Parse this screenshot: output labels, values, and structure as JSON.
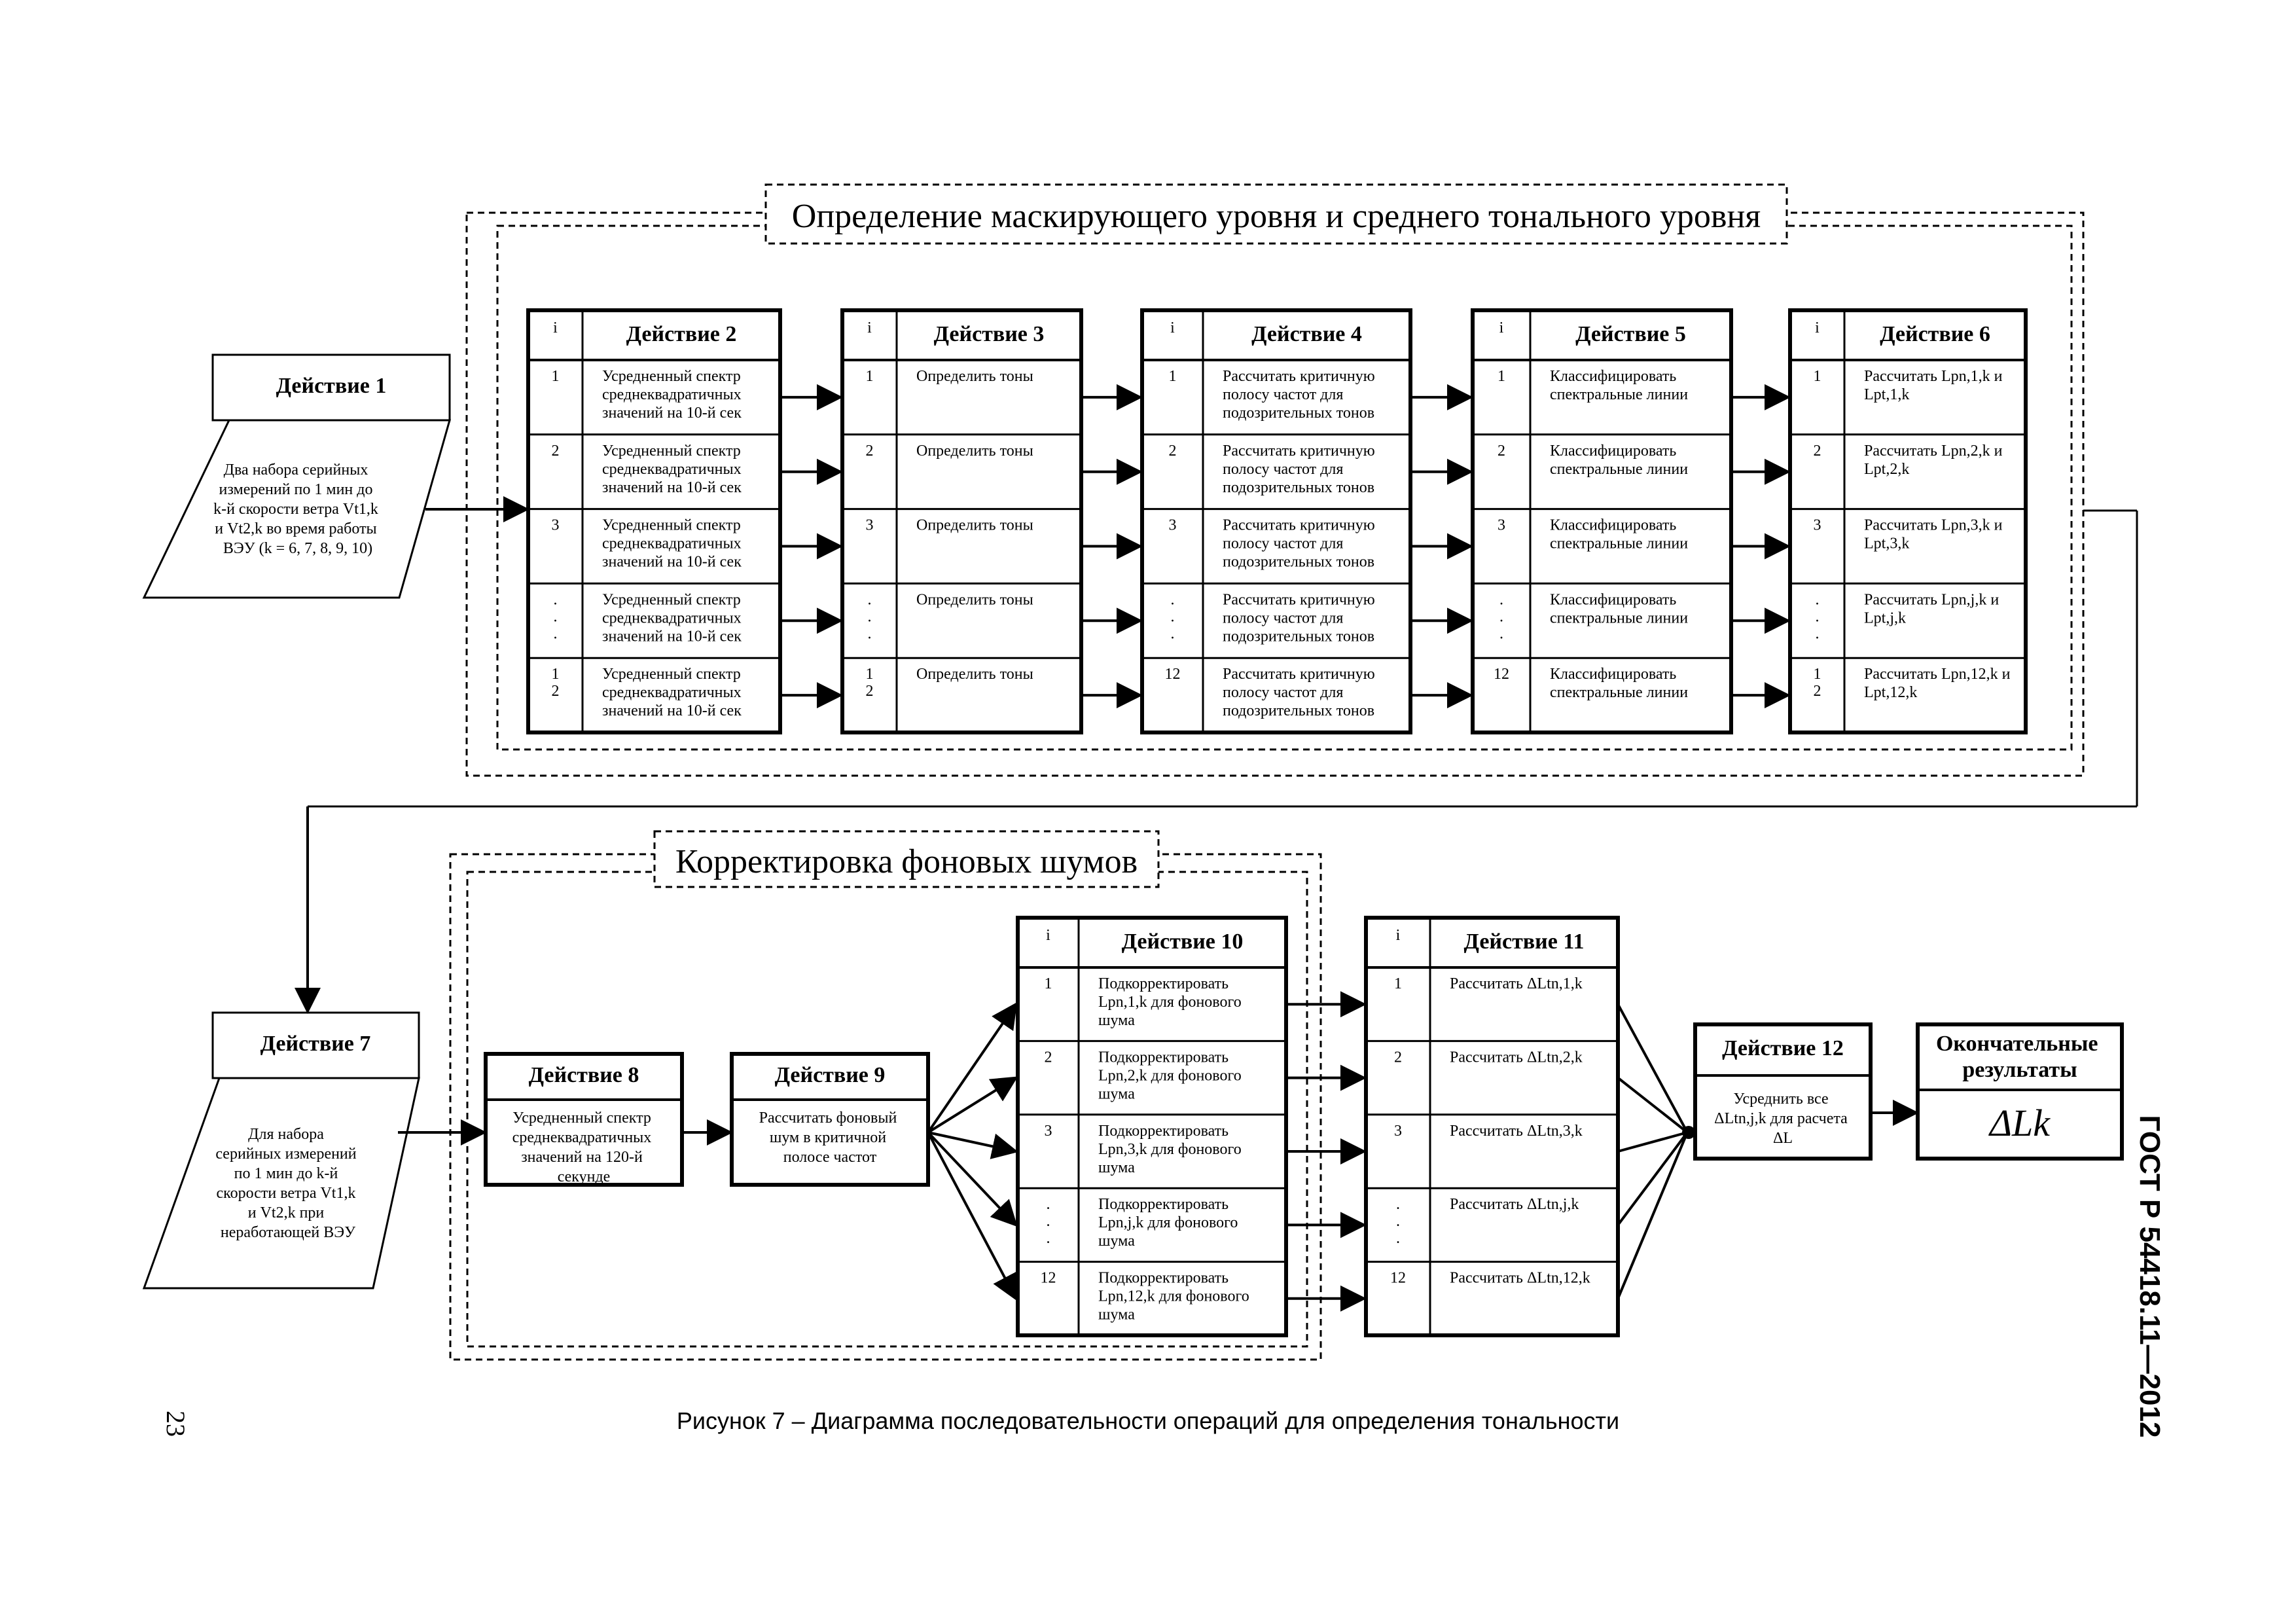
{
  "groups": {
    "masking": "Определение маскирующего уровня и среднего тонального уровня",
    "background": "Корректировка фоновых шумов"
  },
  "index_header": "i",
  "action1": {
    "title": "Действие 1",
    "lines": [
      "Два набора серийных",
      "измерений по 1 мин до",
      "k-й скорости ветра Vt1,k",
      "и Vt2,k во время работы",
      "ВЭУ (k = 6, 7, 8, 9, 10)"
    ]
  },
  "action2": {
    "title": "Действие 2",
    "rows": [
      {
        "i": "1",
        "lines": [
          "Усредненный спектр",
          "среднеквадратичных",
          "значений на 10-й сек"
        ]
      },
      {
        "i": "2",
        "lines": [
          "Усредненный спектр",
          "среднеквадратичных",
          "значений на 10-й сек"
        ]
      },
      {
        "i": "3",
        "lines": [
          "Усредненный спектр",
          "среднеквадратичных",
          "значений на 10-й сек"
        ]
      },
      {
        "i": ". . .",
        "lines": [
          "Усредненный спектр",
          "среднеквадратичных",
          "значений на 10-й сек"
        ]
      },
      {
        "i": "1 2",
        "lines": [
          "Усредненный спектр",
          "среднеквадратичных",
          "значений на 10-й сек"
        ]
      }
    ]
  },
  "action3": {
    "title": "Действие 3",
    "rows": [
      {
        "i": "1",
        "lines": [
          "Определить тоны"
        ]
      },
      {
        "i": "2",
        "lines": [
          "Определить тоны"
        ]
      },
      {
        "i": "3",
        "lines": [
          "Определить тоны"
        ]
      },
      {
        "i": ". . .",
        "lines": [
          "Определить тоны"
        ]
      },
      {
        "i": "1 2",
        "lines": [
          "Определить тоны"
        ]
      }
    ]
  },
  "action4": {
    "title": "Действие 4",
    "rows": [
      {
        "i": "1",
        "lines": [
          "Рассчитать критичную",
          "полосу частот для",
          "подозрительных тонов"
        ]
      },
      {
        "i": "2",
        "lines": [
          "Рассчитать критичную",
          "полосу частот для",
          "подозрительных тонов"
        ]
      },
      {
        "i": "3",
        "lines": [
          "Рассчитать критичную",
          "полосу частот для",
          "подозрительных тонов"
        ]
      },
      {
        "i": ". . .",
        "lines": [
          "Рассчитать критичную",
          "полосу частот для",
          "подозрительных тонов"
        ]
      },
      {
        "i": "12",
        "lines": [
          "Рассчитать критичную",
          "полосу частот для",
          "подозрительных тонов"
        ]
      }
    ]
  },
  "action5": {
    "title": "Действие 5",
    "rows": [
      {
        "i": "1",
        "lines": [
          "Классифицировать",
          "спектральные линии"
        ]
      },
      {
        "i": "2",
        "lines": [
          "Классифицировать",
          "спектральные линии"
        ]
      },
      {
        "i": "3",
        "lines": [
          "Классифицировать",
          "спектральные линии"
        ]
      },
      {
        "i": ". . .",
        "lines": [
          "Классифицировать",
          "спектральные линии"
        ]
      },
      {
        "i": "12",
        "lines": [
          "Классифицировать",
          "спектральные линии"
        ]
      }
    ]
  },
  "action6": {
    "title": "Действие 6",
    "rows": [
      {
        "i": "1",
        "lines": [
          "Рассчитать Lpn,1,k и",
          "Lpt,1,k"
        ]
      },
      {
        "i": "2",
        "lines": [
          "Рассчитать Lpn,2,k и",
          "Lpt,2,k"
        ]
      },
      {
        "i": "3",
        "lines": [
          "Рассчитать Lpn,3,k и",
          "Lpt,3,k"
        ]
      },
      {
        "i": ". . .",
        "lines": [
          "Рассчитать Lpn,j,k и",
          "Lpt,j,k"
        ]
      },
      {
        "i": "1 2",
        "lines": [
          "Рассчитать Lpn,12,k и",
          "Lpt,12,k"
        ]
      }
    ]
  },
  "action7": {
    "title": "Действие 7",
    "lines": [
      "Для набора",
      "серийных измерений",
      "по 1 мин до k-й",
      "скорости ветра Vt1,k",
      "и Vt2,k при",
      "неработающей ВЭУ"
    ]
  },
  "action8": {
    "title": "Действие 8",
    "lines": [
      "Усредненный спектр",
      "среднеквадратичных",
      "значений на 120-й",
      "секунде"
    ]
  },
  "action9": {
    "title": "Действие 9",
    "lines": [
      "Рассчитать фоновый",
      "шум в критичной",
      "полосе частот"
    ]
  },
  "action10": {
    "title": "Действие 10",
    "rows": [
      {
        "i": "1",
        "lines": [
          "Подкорректировать",
          "Lpn,1,k для фонового",
          "шума"
        ]
      },
      {
        "i": "2",
        "lines": [
          "Подкорректировать",
          "Lpn,2,k для фонового",
          "шума"
        ]
      },
      {
        "i": "3",
        "lines": [
          "Подкорректировать",
          "Lpn,3,k для фонового",
          "шума"
        ]
      },
      {
        "i": ". . .",
        "lines": [
          "Подкорректировать",
          "Lpn,j,k для фонового",
          "шума"
        ]
      },
      {
        "i": "12",
        "lines": [
          "Подкорректировать",
          "Lpn,12,k для фонового",
          "шума"
        ]
      }
    ]
  },
  "action11": {
    "title": "Действие 11",
    "rows": [
      {
        "i": "1",
        "lines": [
          "Рассчитать ΔLtn,1,k"
        ]
      },
      {
        "i": "2",
        "lines": [
          "Рассчитать ΔLtn,2,k"
        ]
      },
      {
        "i": "3",
        "lines": [
          "Рассчитать ΔLtn,3,k"
        ]
      },
      {
        "i": ". . .",
        "lines": [
          "Рассчитать ΔLtn,j,k"
        ]
      },
      {
        "i": "12",
        "lines": [
          "Рассчитать ΔLtn,12,k"
        ]
      }
    ]
  },
  "action12": {
    "title": "Действие 12",
    "lines": [
      "Усреднить все",
      "ΔLtn,j,k для расчета",
      "ΔL"
    ]
  },
  "final": {
    "title_lines": [
      "Окончательные",
      "результаты"
    ],
    "value": "ΔLk"
  },
  "caption": "Рисунок 7 – Диаграмма последовательности операций для определения тональности",
  "page_number": "23",
  "standard": "ГОСТ Р 54418.11—2012"
}
